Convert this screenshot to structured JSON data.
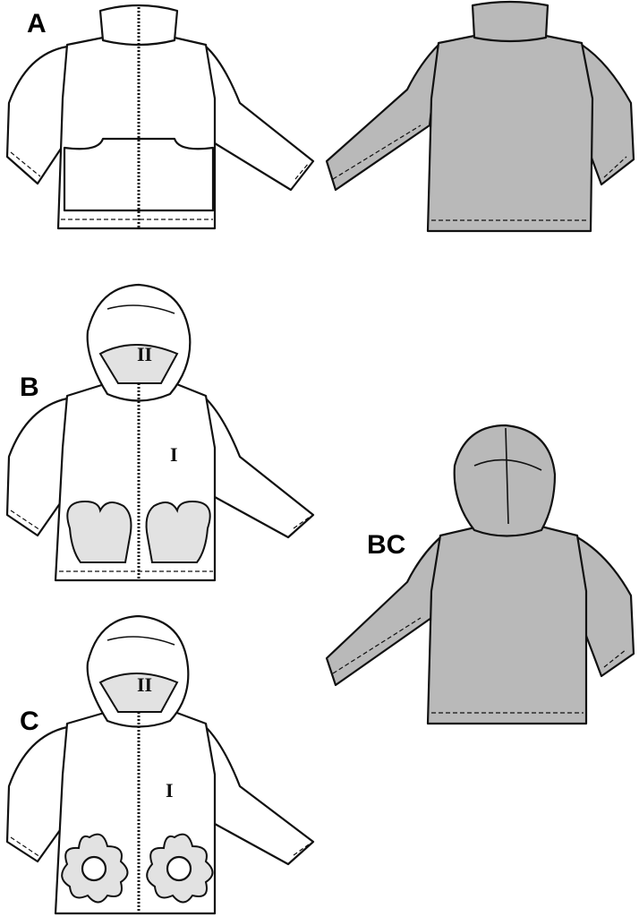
{
  "labels": {
    "a": "A",
    "b": "B",
    "bc": "BC",
    "c": "C"
  },
  "pieces": {
    "b_hood": "II",
    "b_body": "I",
    "c_hood": "II",
    "c_body": "I"
  },
  "colors": {
    "back_fill": "#b9b9b9",
    "appliqué_fill": "#e2e2e2",
    "line": "#111111"
  }
}
